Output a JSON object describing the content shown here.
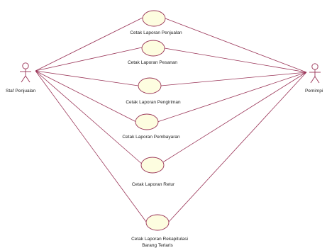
{
  "actors": [
    {
      "id": "staf",
      "label": "Staf Penjualan"
    },
    {
      "id": "pemimpin",
      "label": "Pemimpi"
    }
  ],
  "use_cases": [
    {
      "id": "uc1",
      "label": "Cetak Laporan Penjualan"
    },
    {
      "id": "uc2",
      "label": "Cetak Laporan Pesanan"
    },
    {
      "id": "uc3",
      "label": "Cetak Laporan Pengiriman"
    },
    {
      "id": "uc4",
      "label": "Cetak Laporan Pembayaran"
    },
    {
      "id": "uc5",
      "label": "Cetak Laporan Retur"
    },
    {
      "id": "uc6",
      "label": "Cetak Laporan Rekapitulasi",
      "label_line2": "Barang Terlaris"
    }
  ],
  "colors": {
    "line": "#9a3558",
    "ellipse_fill": "#fdfde0",
    "ellipse_stroke": "#9a3558",
    "actor": "#9a3558"
  }
}
